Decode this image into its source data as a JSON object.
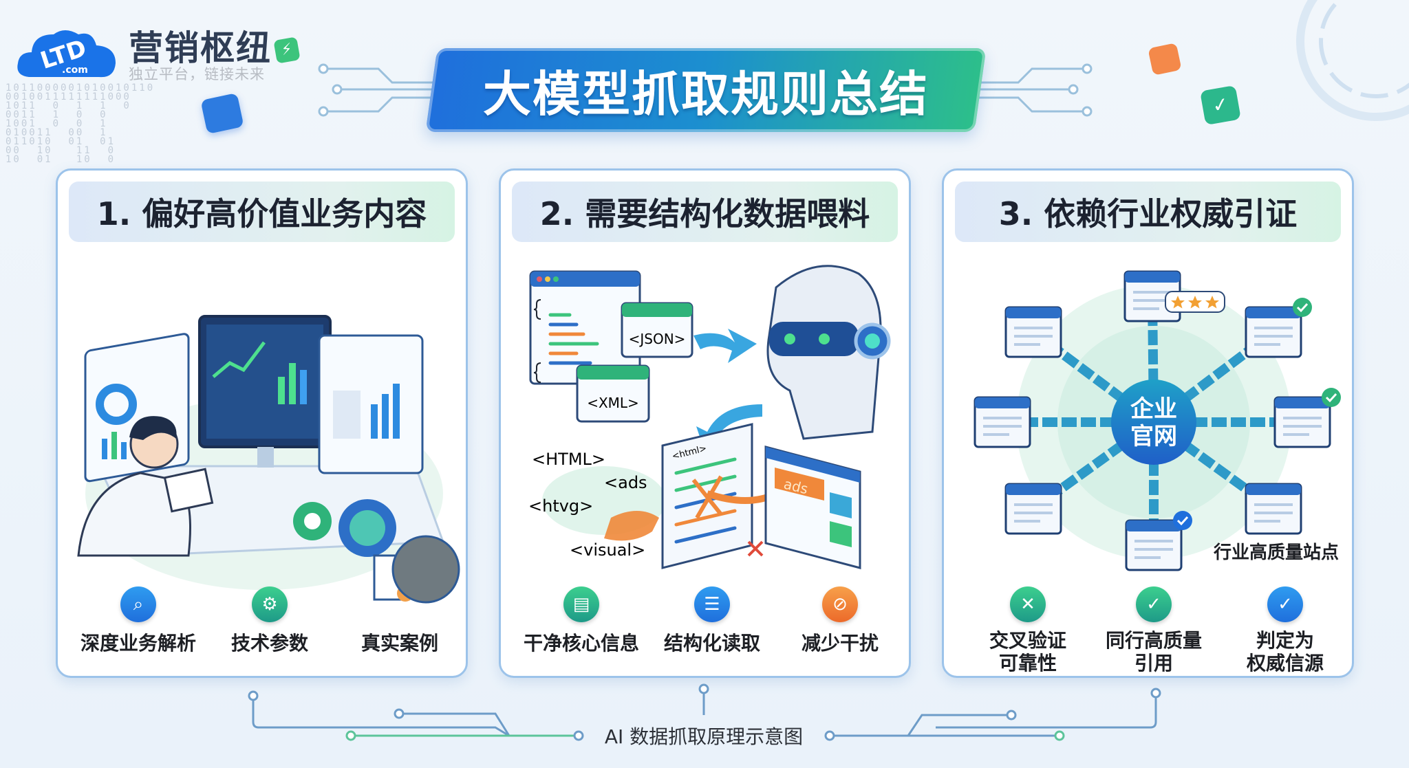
{
  "background": {
    "binary_pattern": "1011000001010010110\n0010011111111000\n1011  0  1  1  0\n0011  1  0  0\n1001  0  0  1\n010011  00  1\n011010  01  01\n00  10   11  0\n10  01   10  0"
  },
  "brand": {
    "logo_text": "LTD.com",
    "name": "营销枢纽",
    "slogan": "独立平台，链接未来"
  },
  "title": "大模型抓取规则总结",
  "colors": {
    "blue": "#1f6fdc",
    "green": "#2dbf8a",
    "orange": "#f07a2a"
  },
  "panels": [
    {
      "heading": "1. 偏好高价值业务内容",
      "features": [
        {
          "icon": "search-icon",
          "label": "深度业务解析"
        },
        {
          "icon": "gear-icon",
          "label": "技术参数"
        },
        {
          "icon": "certificate-icon",
          "label": "真实案例"
        }
      ]
    },
    {
      "heading": "2. 需要结构化数据喂料",
      "illustration": {
        "json": "<JSON>",
        "xml": "<XML>",
        "html": "<HTML>",
        "ads_tag": "<ads",
        "htvg": "<htvg>",
        "visual": "<visual>",
        "ads_banner": "ads",
        "html_doc": "<html>"
      },
      "features": [
        {
          "icon": "document-icon",
          "label": "干净核心信息"
        },
        {
          "icon": "list-icon",
          "label": "结构化读取"
        },
        {
          "icon": "block-icon",
          "label": "减少干扰"
        }
      ]
    },
    {
      "heading": "3. 依赖行业权威引证",
      "illustration": {
        "hub_line1": "企业",
        "hub_line2": "官网",
        "nodes_label": "行业高质量站点"
      },
      "features": [
        {
          "icon": "cross-verify-icon",
          "label_line1": "交叉验证",
          "label_line2": "可靠性"
        },
        {
          "icon": "check-icon",
          "label_line1": "同行高质量",
          "label_line2": "引用"
        },
        {
          "icon": "check-icon",
          "label_line1": "判定为",
          "label_line2": "权威信源"
        }
      ]
    }
  ],
  "caption": "AI 数据抓取原理示意图"
}
